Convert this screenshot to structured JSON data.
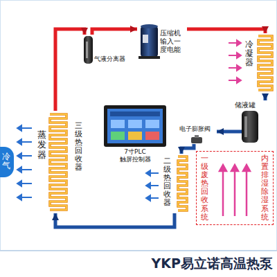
{
  "diagram": {
    "title": "YKP易立诺高温热泵",
    "nodes": [
      {
        "text": [
          "压缩机",
          "输入一度电能"
        ]
      },
      {
        "text": [
          "气液分离器"
        ]
      },
      {
        "text": [
          "冷凝器"
        ]
      },
      {
        "text": [
          "7寸PLC 触屏控制器"
        ]
      },
      {
        "text": [
          "储液罐"
        ]
      },
      {
        "text": [
          "电子膨胀阀"
        ]
      },
      {
        "text": [
          "冷气"
        ]
      },
      {
        "text": [
          "蒸发器"
        ]
      },
      {
        "text": [
          "三级热回收器"
        ]
      },
      {
        "text": [
          "二级热回收器"
        ]
      },
      {
        "text": [
          "一级废热回收系统",
          "内置排湿除湿系统"
        ]
      }
    ],
    "edges": [
      {
        "from": 7,
        "to": 1,
        "arrow": "to"
      },
      {
        "from": 1,
        "to": 0,
        "arrow": "to"
      },
      {
        "from": 0,
        "to": 2,
        "arrow": "to"
      },
      {
        "from": 2,
        "to": 4,
        "arrow": "to"
      },
      {
        "from": 4,
        "to": 5,
        "arrow": "to"
      },
      {
        "from": 5,
        "to": 9,
        "arrow": "to"
      },
      {
        "from": 9,
        "to": 7,
        "arrow": "to"
      }
    ]
  }
}
